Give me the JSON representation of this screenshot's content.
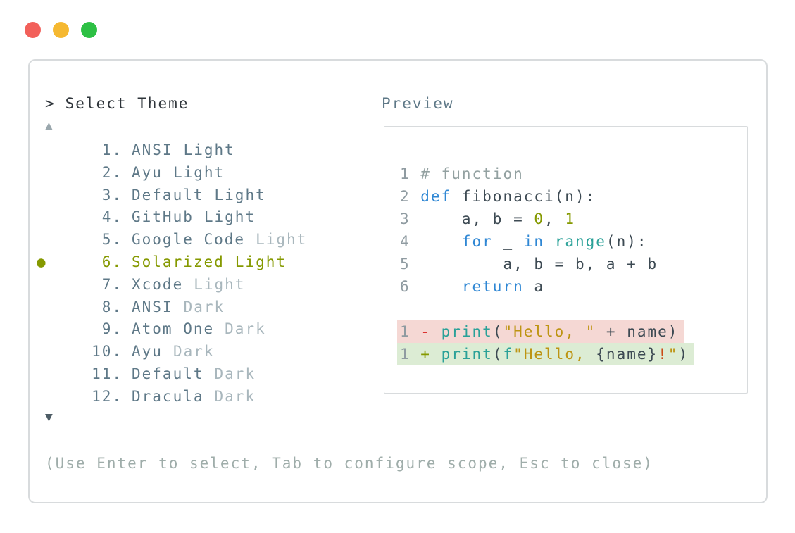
{
  "window": {
    "controls": [
      "close",
      "minimize",
      "zoom"
    ]
  },
  "header": {
    "prompt": ">",
    "title": "Select Theme"
  },
  "theme_list": {
    "scroll_up_icon": "▲",
    "scroll_down_icon": "▼",
    "selected_bullet_icon": "●",
    "selected_number": 6,
    "items": [
      {
        "number": "1.",
        "name": "ANSI",
        "variant": "Light",
        "dim_variant": false,
        "selected": false
      },
      {
        "number": "2.",
        "name": "Ayu",
        "variant": "Light",
        "dim_variant": false,
        "selected": false
      },
      {
        "number": "3.",
        "name": "Default",
        "variant": "Light",
        "dim_variant": false,
        "selected": false
      },
      {
        "number": "4.",
        "name": "GitHub",
        "variant": "Light",
        "dim_variant": false,
        "selected": false
      },
      {
        "number": "5.",
        "name": "Google Code",
        "variant": "Light",
        "dim_variant": true,
        "selected": false
      },
      {
        "number": "6.",
        "name": "Solarized",
        "variant": "Light",
        "dim_variant": false,
        "selected": true
      },
      {
        "number": "7.",
        "name": "Xcode",
        "variant": "Light",
        "dim_variant": true,
        "selected": false
      },
      {
        "number": "8.",
        "name": "ANSI",
        "variant": "Dark",
        "dim_variant": true,
        "selected": false
      },
      {
        "number": "9.",
        "name": "Atom One",
        "variant": "Dark",
        "dim_variant": true,
        "selected": false
      },
      {
        "number": "10.",
        "name": "Ayu",
        "variant": "Dark",
        "dim_variant": true,
        "selected": false
      },
      {
        "number": "11.",
        "name": "Default",
        "variant": "Dark",
        "dim_variant": true,
        "selected": false
      },
      {
        "number": "12.",
        "name": "Dracula",
        "variant": "Dark",
        "dim_variant": true,
        "selected": false
      }
    ]
  },
  "preview": {
    "label": "Preview",
    "lines": [
      {
        "diff": null,
        "tokens": [
          [
            "ln",
            "1 "
          ],
          [
            "cm",
            "# function"
          ]
        ]
      },
      {
        "diff": null,
        "tokens": [
          [
            "ln",
            "2 "
          ],
          [
            "kw",
            "def"
          ],
          [
            "tx",
            " fibonacci(n):"
          ]
        ]
      },
      {
        "diff": null,
        "tokens": [
          [
            "ln",
            "3 "
          ],
          [
            "tx",
            "    a, b = "
          ],
          [
            "num",
            "0"
          ],
          [
            "tx",
            ", "
          ],
          [
            "num",
            "1"
          ]
        ]
      },
      {
        "diff": null,
        "tokens": [
          [
            "ln",
            "4 "
          ],
          [
            "tx",
            "    "
          ],
          [
            "kw",
            "for"
          ],
          [
            "tx",
            " _ "
          ],
          [
            "kw",
            "in"
          ],
          [
            "tx",
            " "
          ],
          [
            "fn",
            "range"
          ],
          [
            "tx",
            "(n):"
          ]
        ]
      },
      {
        "diff": null,
        "tokens": [
          [
            "ln",
            "5 "
          ],
          [
            "tx",
            "        a, b = b, a + b"
          ]
        ]
      },
      {
        "diff": null,
        "tokens": [
          [
            "ln",
            "6 "
          ],
          [
            "tx",
            "    "
          ],
          [
            "kw",
            "return"
          ],
          [
            "tx",
            " a"
          ]
        ]
      },
      {
        "diff": null,
        "tokens": []
      },
      {
        "diff": "removed",
        "tokens": [
          [
            "ln",
            "1 "
          ],
          [
            "del",
            "- "
          ],
          [
            "fn",
            "print"
          ],
          [
            "tx",
            "("
          ],
          [
            "str",
            "\"Hello, \""
          ],
          [
            "tx",
            " + name)"
          ]
        ]
      },
      {
        "diff": "added",
        "tokens": [
          [
            "ln",
            "1 "
          ],
          [
            "add",
            "+ "
          ],
          [
            "fn",
            "print"
          ],
          [
            "tx",
            "("
          ],
          [
            "fn",
            "f"
          ],
          [
            "str",
            "\"Hello, "
          ],
          [
            "tx",
            "{name}"
          ],
          [
            "or",
            "!"
          ],
          [
            "str",
            "\""
          ],
          [
            "tx",
            ")"
          ]
        ]
      }
    ]
  },
  "footer": {
    "hint": "(Use Enter to select, Tab to configure scope, Esc to close)"
  },
  "palette": {
    "traffic_red": "#f2605a",
    "traffic_yellow": "#f5b831",
    "traffic_green": "#2dc044",
    "panel_border": "#d8dbdd",
    "header_text": "#2e343a",
    "item_slate": "#5e7887",
    "item_dim": "#a9b7bd",
    "selected_olive": "#859900",
    "arrow_up": "#9aa7ad",
    "arrow_down": "#4e5d66",
    "line_number_gray": "#8f9ba1",
    "comment_gray": "#93a1a1",
    "keyword_blue": "#2f87d4",
    "function_teal": "#2aa198",
    "string_gold": "#bd9412",
    "number_olive": "#859900",
    "code_text": "#3d4a53",
    "diff_del_red": "#dc322f",
    "diff_add_green": "#859900",
    "diff_del_bg": "#f5d8d4",
    "diff_add_bg": "#dcecd4",
    "bang_orange": "#cb4b16",
    "hint_gray": "#9fadaa"
  }
}
